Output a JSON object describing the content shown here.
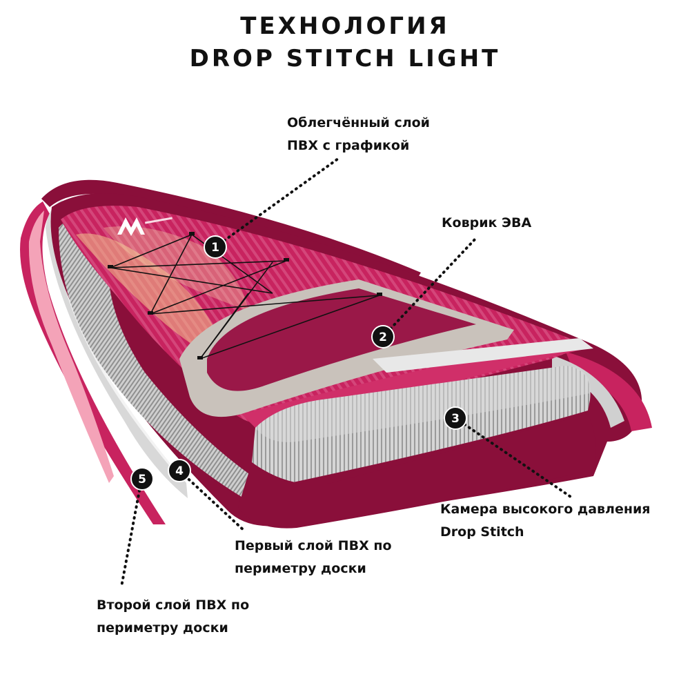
{
  "title": {
    "line1": "ТЕХНОЛОГИЯ",
    "line2": "DROP STITCH LIGHT"
  },
  "callouts": [
    {
      "number": "1",
      "lines": [
        "Облегчённый слой",
        "ПВХ с графикой"
      ]
    },
    {
      "number": "2",
      "lines": [
        "Коврик ЭВА"
      ]
    },
    {
      "number": "3",
      "lines": [
        "Камера высокого давления",
        "Drop Stitch"
      ]
    },
    {
      "number": "4",
      "lines": [
        "Первый слой ПВХ по",
        "периметру доски"
      ]
    },
    {
      "number": "5",
      "lines": [
        "Второй слой ПВХ по",
        "периметру доски"
      ]
    }
  ],
  "colors": {
    "board_pink": "#c8235f",
    "board_dark": "#8a0f3a",
    "pad": "#9a1848",
    "eva": "#c9c2bb",
    "chamber": "#b9b9b9",
    "badge": "#111111"
  },
  "icons": [
    "brand-logo-icon"
  ]
}
